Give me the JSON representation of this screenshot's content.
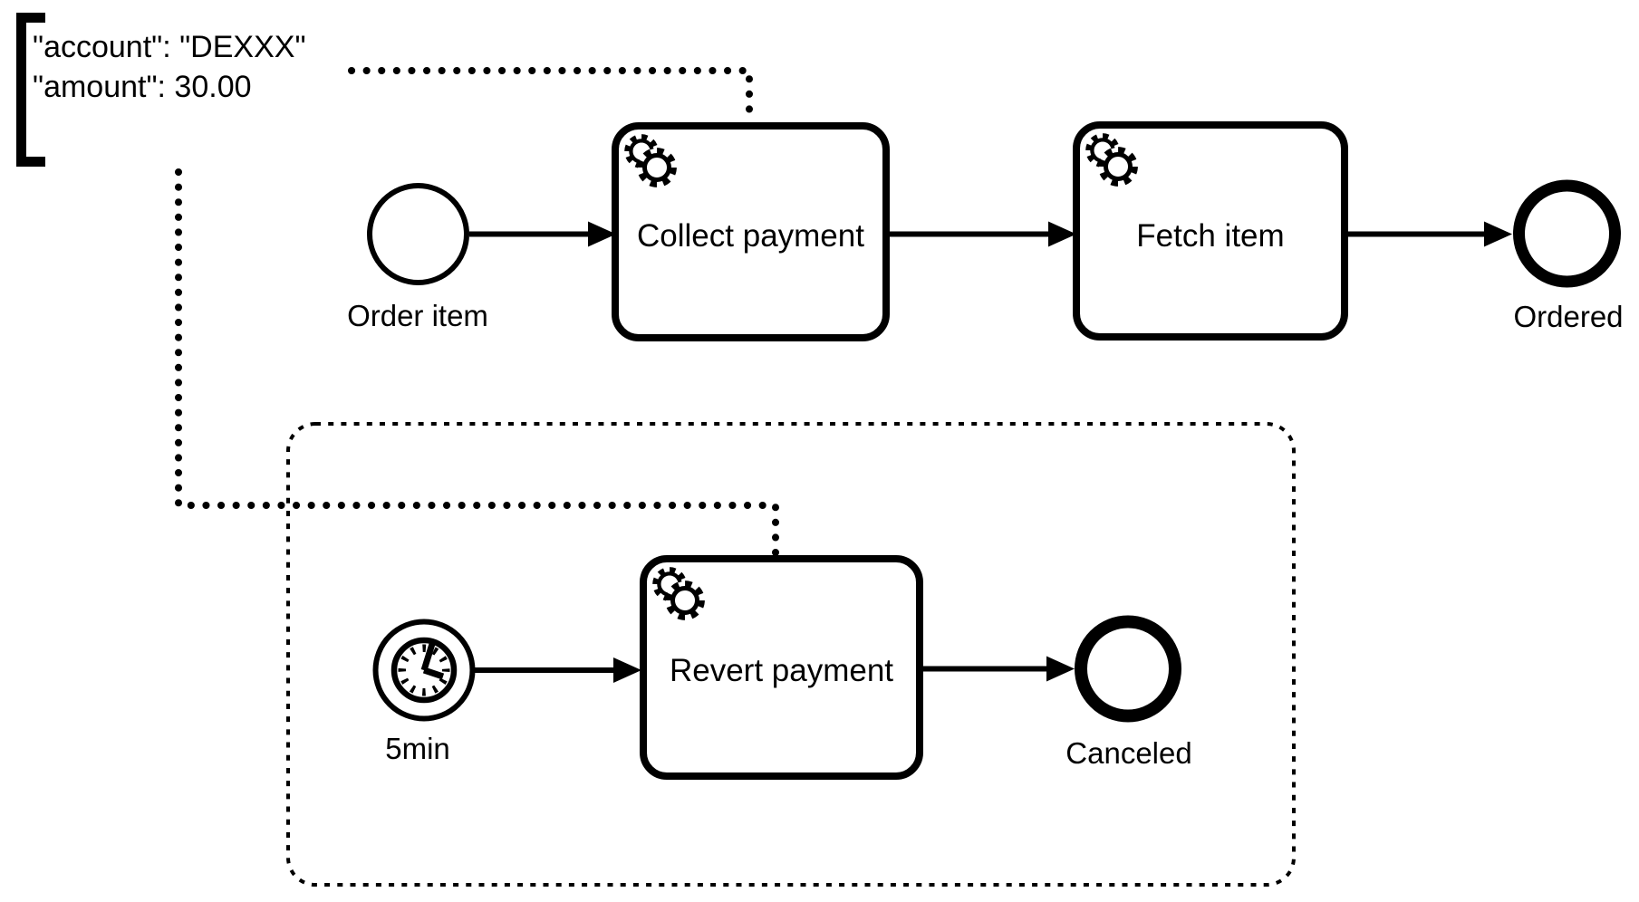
{
  "diagram": {
    "type": "bpmn-process",
    "colors": {
      "stroke": "#000000",
      "canvas_bg": "#ffffff"
    },
    "annotation": {
      "lines": [
        "\"account\": \"DEXXX\"",
        "\"amount\": 30.00"
      ]
    },
    "main_flow": {
      "start_event": {
        "label": "Order item",
        "kind": "start-event"
      },
      "collect_payment_task": {
        "label": "Collect payment",
        "kind": "service-task",
        "marker": "gears-icon"
      },
      "fetch_item_task": {
        "label": "Fetch item",
        "kind": "service-task",
        "marker": "gears-icon"
      },
      "ordered_end_event": {
        "label": "Ordered",
        "kind": "end-event"
      }
    },
    "event_subprocess": {
      "timer_start_event": {
        "label": "5min",
        "kind": "timer-event",
        "marker": "clock-icon"
      },
      "revert_payment_task": {
        "label": "Revert payment",
        "kind": "service-task",
        "marker": "gears-icon"
      },
      "canceled_end_event": {
        "label": "Canceled",
        "kind": "end-event"
      }
    }
  }
}
